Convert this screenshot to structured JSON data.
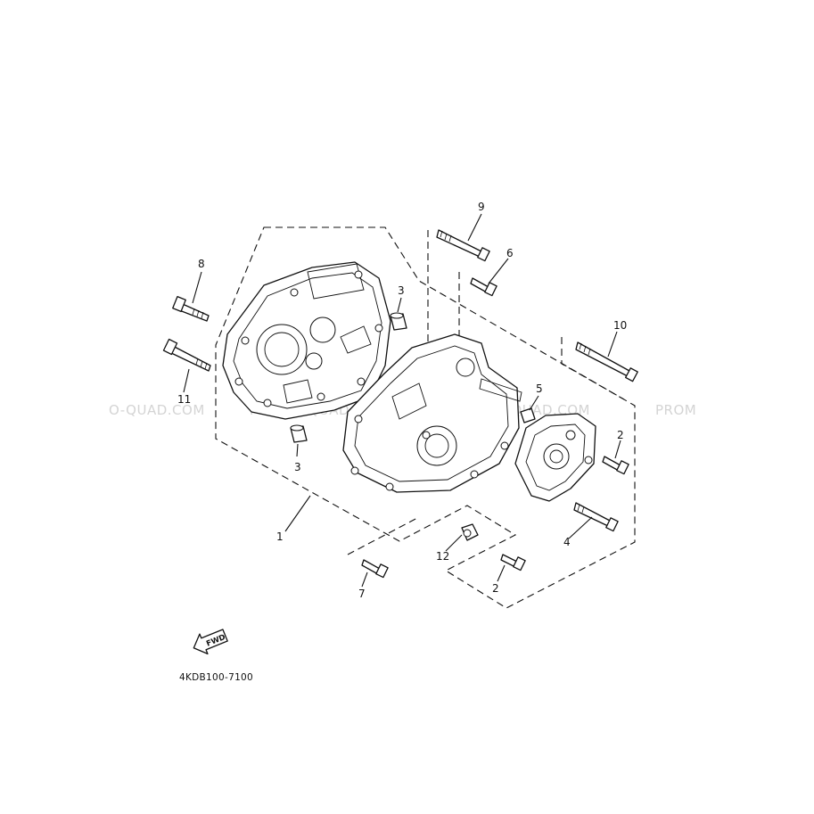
{
  "watermark": {
    "segments": [
      "O-QUAD.COM",
      "PROMO-QUAD.COM",
      "PROMO-QUAD.COM",
      "PROM"
    ]
  },
  "callouts": [
    "1",
    "2",
    "2",
    "3",
    "3",
    "4",
    "5",
    "6",
    "7",
    "8",
    "9",
    "10",
    "11",
    "12"
  ],
  "fwd_label": "FWD",
  "diagram_code": "4KDB100-7100"
}
